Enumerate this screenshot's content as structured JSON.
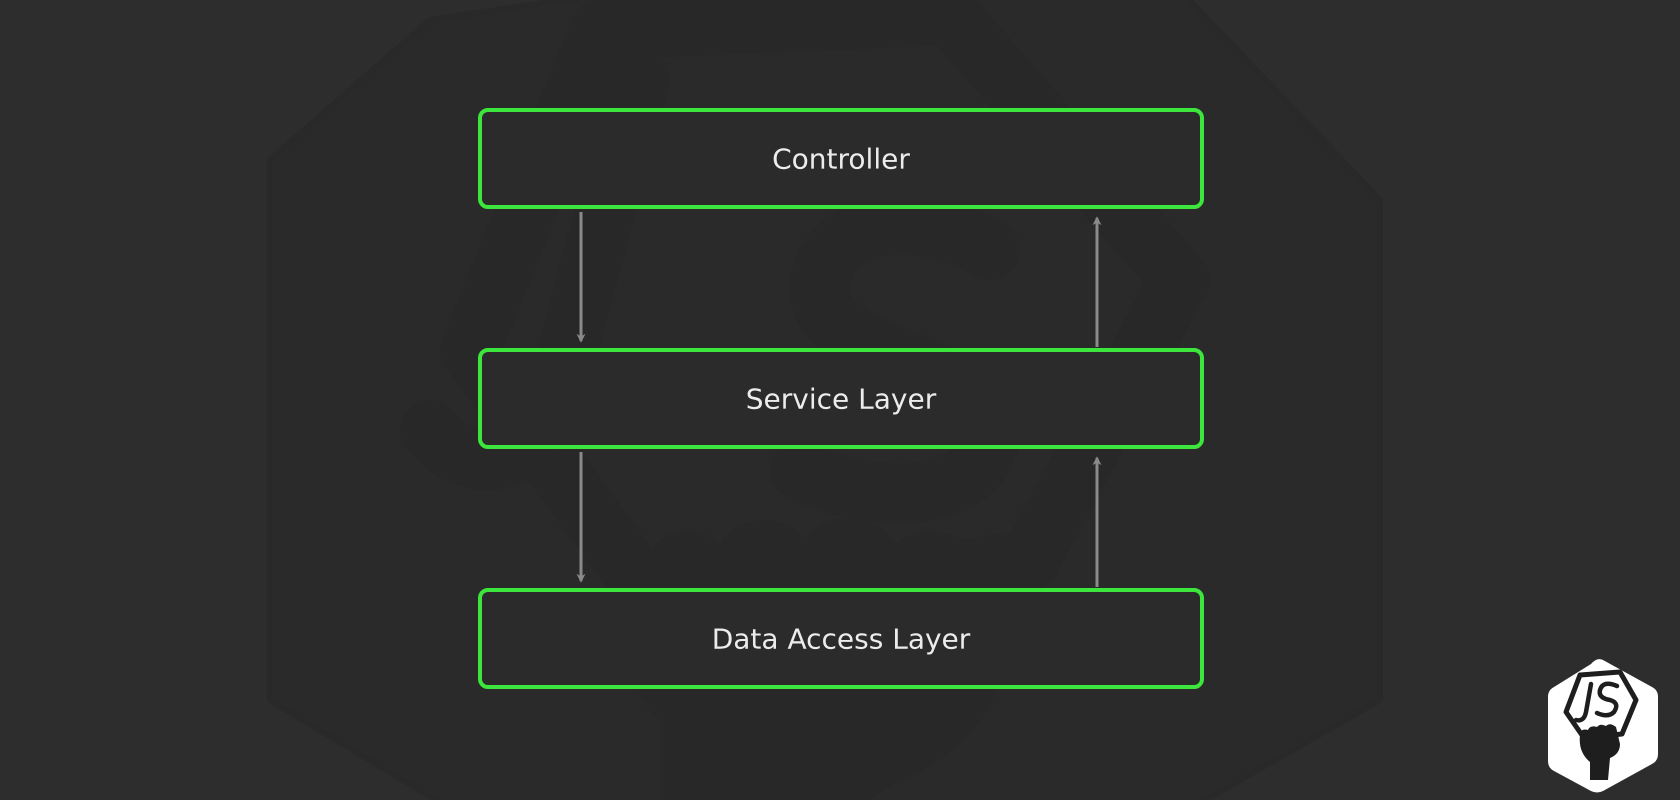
{
  "colors": {
    "background": "#2d2d2d",
    "box_border": "#3de63d",
    "box_fill": "#2b2b2b",
    "arrow": "#8a8a8a",
    "label_text": "#ececec",
    "watermark": "#282828",
    "badge_fill": "#ffffff",
    "badge_icon": "#1e1e1e"
  },
  "diagram": {
    "layers": [
      {
        "label": "Controller"
      },
      {
        "label": "Service Layer"
      },
      {
        "label": "Data Access Layer"
      }
    ],
    "arrows": [
      {
        "from": "Controller",
        "to": "Service Layer",
        "direction": "down"
      },
      {
        "from": "Service Layer",
        "to": "Data Access Layer",
        "direction": "down"
      },
      {
        "from": "Data Access Layer",
        "to": "Service Layer",
        "direction": "up"
      },
      {
        "from": "Service Layer",
        "to": "Controller",
        "direction": "up"
      }
    ]
  },
  "watermark": {
    "icon": "nodejs-fist-logo-icon"
  },
  "badge": {
    "icon": "nodejs-fist-logo-icon"
  }
}
